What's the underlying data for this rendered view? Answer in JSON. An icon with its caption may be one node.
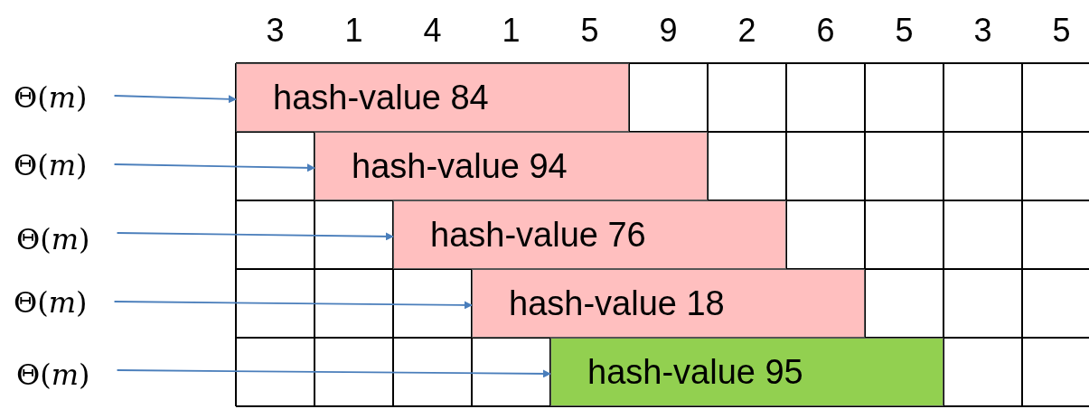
{
  "diagram": {
    "nodes": [
      {
        "text": [
          "Θ(*m*)"
        ]
      },
      {
        "text": [
          "hash-value 84"
        ]
      },
      {
        "text": [
          "Θ(*m*)"
        ]
      },
      {
        "text": [
          "hash-value 94"
        ]
      },
      {
        "text": [
          "Θ(*m*)"
        ]
      },
      {
        "text": [
          "hash-value 76"
        ]
      },
      {
        "text": [
          "Θ(*m*)"
        ]
      },
      {
        "text": [
          "hash-value 18"
        ]
      },
      {
        "text": [
          "Θ(*m*)"
        ]
      },
      {
        "text": [
          "hash-value 95"
        ]
      }
    ],
    "edges": [
      {
        "from": 0,
        "to": 1,
        "arrow": "to"
      },
      {
        "from": 2,
        "to": 3,
        "arrow": "to"
      },
      {
        "from": 4,
        "to": 5,
        "arrow": "to"
      },
      {
        "from": 6,
        "to": 7,
        "arrow": "to"
      },
      {
        "from": 8,
        "to": 9,
        "arrow": "to"
      }
    ],
    "labels": [
      "3",
      "1",
      "4",
      "1",
      "5",
      "9",
      "2",
      "6",
      "5",
      "3",
      "5"
    ]
  }
}
